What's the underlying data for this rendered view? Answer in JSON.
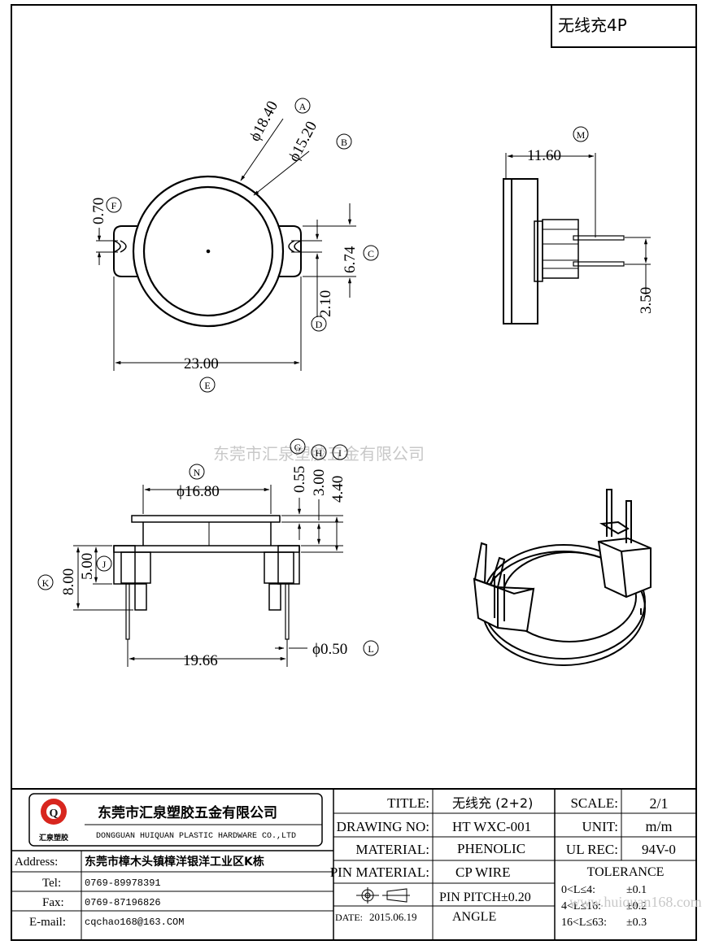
{
  "header": {
    "part_title": "无线充4P"
  },
  "watermark": {
    "company": "东莞市汇泉塑胶五金有限公司",
    "site": "www.huiquan168.com"
  },
  "top_view": {
    "outer_diameter": "ϕ18.40",
    "inner_diameter": "ϕ15.20",
    "slot_width": "0.70",
    "width_684": "6.74",
    "d210": "2.10",
    "width_total": "23.00",
    "labels": {
      "a": "A",
      "b": "B",
      "c": "C",
      "d": "D",
      "e": "E",
      "f": "F"
    }
  },
  "side_view": {
    "depth": "11.60",
    "pin_spacing": "3.50",
    "labels": {
      "m": "M"
    }
  },
  "front_view": {
    "diameter": "ϕ16.80",
    "d055": "0.55",
    "d300": "3.00",
    "d440": "4.40",
    "d800": "8.00",
    "d500": "5.00",
    "d1966": "19.66",
    "pin_dia": "ϕ0.50",
    "labels": {
      "n": "N",
      "g": "G",
      "h": "H",
      "i": "I",
      "j": "J",
      "k": "K",
      "l": "L"
    }
  },
  "title_block": {
    "company_cn": "东莞市汇泉塑胶五金有限公司",
    "company_en": "DONGGUAN HUIQUAN PLASTIC HARDWARE CO.,LTD",
    "logo_letter": "Q",
    "logo_text": "汇泉塑胶",
    "address_label": "Address:",
    "address": "东莞市樟木头镇樟洋银洋工业区K栋",
    "tel_label": "Tel:",
    "tel": "0769-89978391",
    "fax_label": "Fax:",
    "fax": "0769-87196826",
    "email_label": "E-mail:",
    "email": "cqchao168@163.COM",
    "title_label": "TITLE:",
    "title": "无线充 (2+2)",
    "drawing_label": "DRAWING NO:",
    "drawing_no": "HT WXC-001",
    "material_label": "MATERIAL:",
    "material": "PHENOLIC",
    "pin_material_label": "PIN MATERIAL:",
    "pin_material": "CP WIRE",
    "pin_pitch": "PIN PITCH±0.20",
    "date_label": "DATE:",
    "date": "2015.06.19",
    "angle": "ANGLE",
    "scale_label": "SCALE:",
    "scale": "2/1",
    "unit_label": "UNIT:",
    "unit": "m/m",
    "ulrec_label": "UL REC:",
    "ulrec": "94V-0",
    "tolerance_label": "TOLERANCE",
    "tol1_range": "0<L≤4:",
    "tol1": "±0.1",
    "tol2_range": "4<L≤16:",
    "tol2": "±0.2",
    "tol3_range": "16<L≤63:",
    "tol3": "±0.3"
  }
}
